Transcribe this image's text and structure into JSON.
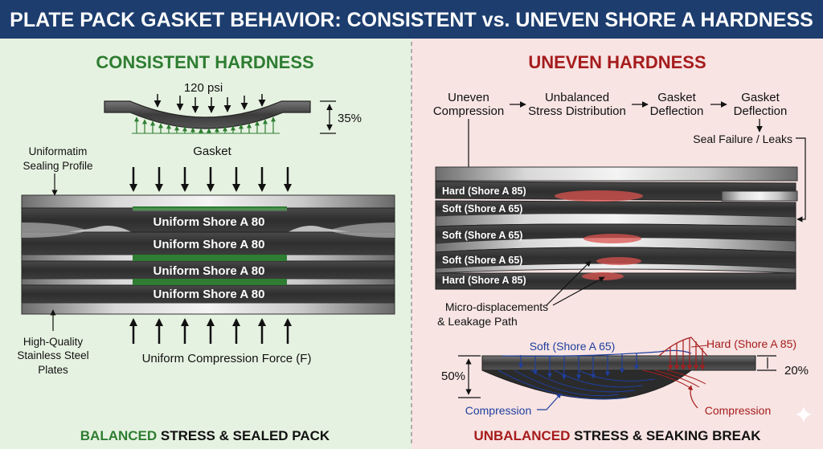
{
  "title": "PLATE PACK GASKET BEHAVIOR: CONSISTENT vs. UNEVEN SHORE A HARDNESS",
  "left": {
    "heading": "CONSISTENT HARDNESS",
    "pressure": "120 psi",
    "compression_pct": "35%",
    "gasket_label": "Gasket",
    "profile_label_line1": "Uniformatim",
    "profile_label_line2": "Sealing Profile",
    "layers": [
      "Uniform Shore A 80",
      "Uniform Shore A 80",
      "Uniform Shore A 80",
      "Uniform Shore A 80"
    ],
    "plates_label_line1": "High-Quality",
    "plates_label_line2": "Stainless Steel",
    "plates_label_line3": "Plates",
    "force_label": "Uniform Compression Force (F)",
    "footer_highlight": "BALANCED",
    "footer_rest": " STRESS & SEALED PACK"
  },
  "right": {
    "heading": "UNEVEN HARDNESS",
    "flow": [
      {
        "line1": "Uneven",
        "line2": "Compression"
      },
      {
        "line1": "Unbalanced",
        "line2": "Stress Distribution"
      },
      {
        "line1": "Gasket",
        "line2": "Deflection"
      },
      {
        "line1": "Gasket",
        "line2": "Deflection"
      }
    ],
    "seal_failure": "Seal Failure / Leaks",
    "layers": [
      "Hard (Shore A 85)",
      "Soft (Shore A 65)",
      "Soft (Shore A 65)",
      "Soft (Shore A 65)",
      "Hard (Shore A 85)"
    ],
    "micro_line1": "Micro-displacements",
    "micro_line2": "& Leakage Path",
    "soft_label": "Soft (Shore A 65)",
    "hard_label": "Hard (Shore A 85)",
    "soft_pct": "50%",
    "hard_pct": "20%",
    "compression_left": "Compression",
    "compression_right": "Compression",
    "footer_highlight": "UNBALANCED",
    "footer_rest": " STRESS & SEAKING BREAK"
  },
  "colors": {
    "title_bg": "#1c3d6e",
    "left_bg": "#e6f2e1",
    "right_bg": "#f7e4e3",
    "green": "#2e7d32",
    "red": "#a61c1c",
    "blue": "#1f3f9e"
  }
}
